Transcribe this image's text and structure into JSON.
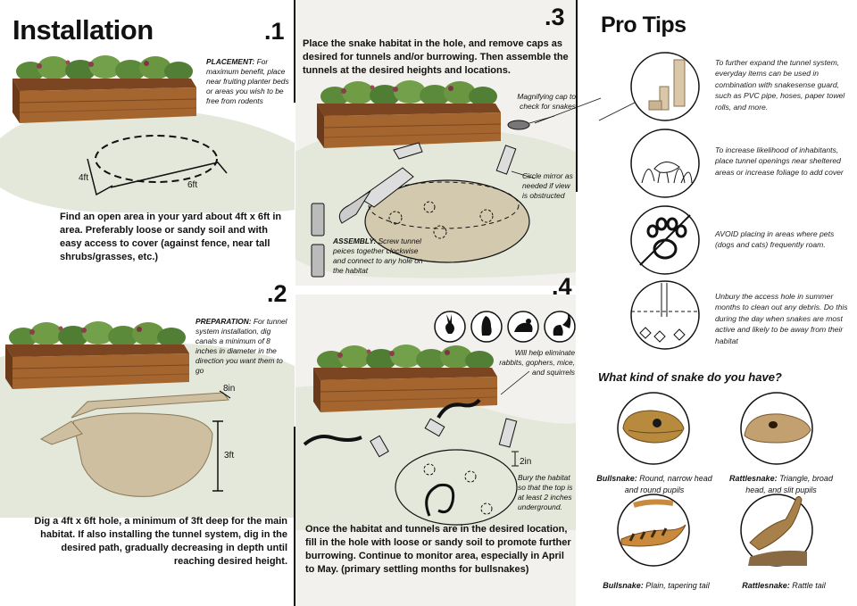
{
  "step1": {
    "title": "Installation",
    "number": ".1",
    "note_label": "PLACEMENT:",
    "note_text": " For maximum benefit, place near fruiting planter beds or areas you wish to be free from rodents",
    "dim_width": "6ft",
    "dim_depth": "4ft",
    "body": "Find an open area in your yard about 4ft x 6ft in area. Preferably loose or sandy soil and with easy access to cover (against fence, near tall shrubs/grasses, etc.)"
  },
  "step2": {
    "number": ".2",
    "note_label": "PREPARATION:",
    "note_text": " For tunnel system installation, dig canals a minimum of 8 inches in diameter in the direction you want them to go",
    "dim_canal": "8in",
    "dim_depth": "3ft",
    "body": "Dig a 4ft x 6ft hole, a minimum of 3ft deep for the main habitat. If also installing the tunnel system, dig in the desired path, gradually decreasing in depth until reaching desired height."
  },
  "step3": {
    "number": ".3",
    "body": "Place the snake habitat in the hole, and remove caps as desired for tunnels and/or burrowing. Then assemble the tunnels at the desired heights and locations.",
    "note_cap": "Magnifying cap to check for snakes",
    "note_mirror": "Circle mirror as needed if view is obstructed",
    "note_assembly_label": "ASSEMBLY:",
    "note_assembly_text": " Screw tunnel peices together clockwise and connect to any hole on the habitat"
  },
  "step4": {
    "number": ".4",
    "note_rodents": "Will help eliminate rabbits, gophers, mice, and squirrels",
    "dim_top": "2in",
    "note_bury": "Bury the habitat so that the top is at least 2 inches underground.",
    "body": "Once the habitat and tunnels are in the desired location, fill in the hole with loose or sandy soil to promote further burrowing. Continue to monitor area, especially in April to May. (primary settling months for bullsnakes)"
  },
  "tips": {
    "title": "Pro Tips",
    "items": [
      {
        "icon": "pipes-icon",
        "text": "To further expand the tunnel system, everyday items can be used in combination with snakesense guard, such as PVC pipe, hoses, paper towel rolls, and more."
      },
      {
        "icon": "foliage-icon",
        "text": "To increase likelihood of inhabitants, place tunnel openings near sheltered areas or increase foliage to add cover"
      },
      {
        "icon": "no-pets-icon",
        "text": "AVOID placing in areas where pets (dogs and cats) frequently roam."
      },
      {
        "icon": "debris-icon",
        "text": "Unbury the access hole in summer months to clean out any debris. Do this during the day when snakes are most active and likely to be away from their habitat"
      }
    ]
  },
  "snakes": {
    "question": "What kind of snake do you have?",
    "bull_head_label": "Bullsnake:",
    "bull_head_text": " Round, narrow head and round pupils",
    "rattle_head_label": "Rattlesnake:",
    "rattle_head_text": " Triangle, broad head, and slit pupils",
    "bull_tail_label": "Bullsnake:",
    "bull_tail_text": " Plain, tapering tail",
    "rattle_tail_label": "Rattlesnake:",
    "rattle_tail_text": " Rattle tail"
  },
  "colors": {
    "grass": "#e3e8da",
    "wood": "#9a5b2a",
    "habitat": "#c8b89a",
    "plants": "#5d8a3c"
  }
}
